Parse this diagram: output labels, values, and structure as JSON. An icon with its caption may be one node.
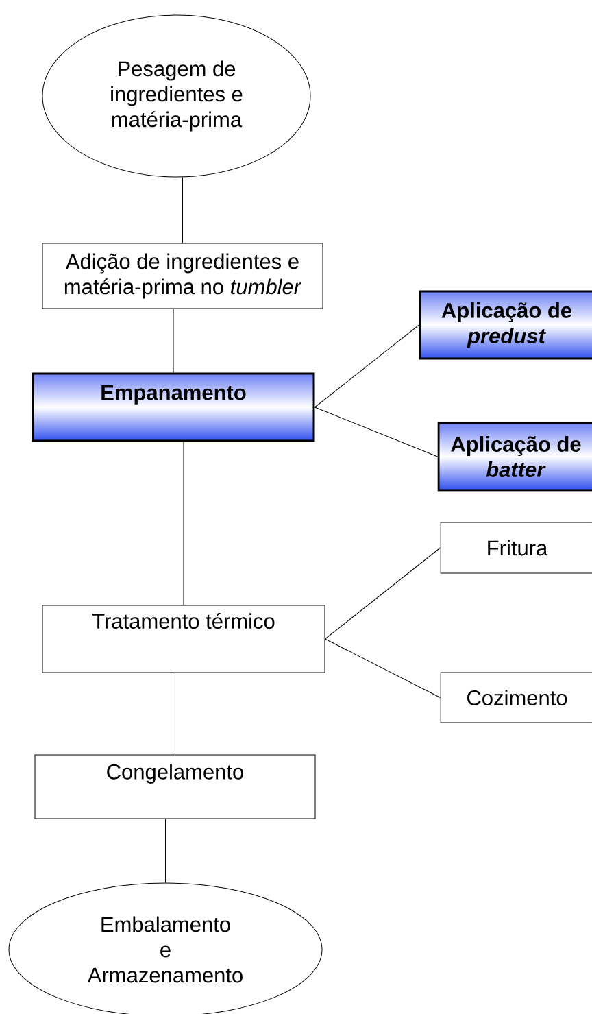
{
  "diagram": {
    "nodes": [
      {
        "text": [
          "Pesagem de ingredientes e matéria-prima"
        ]
      },
      {
        "text": [
          "Adição de ingredientes e matéria-prima no *tumbler*"
        ]
      },
      {
        "text": [
          "Empanamento"
        ]
      },
      {
        "text": [
          "Aplicação de *predust*"
        ]
      },
      {
        "text": [
          "Aplicação de *batter*"
        ]
      },
      {
        "text": [
          "Tratamento térmico"
        ]
      },
      {
        "text": [
          "Fritura"
        ]
      },
      {
        "text": [
          "Cozimento"
        ]
      },
      {
        "text": [
          "Congelamento"
        ]
      },
      {
        "text": [
          "Embalamento e Armazenamento"
        ]
      }
    ],
    "edges": [
      {
        "from": 0,
        "to": 1,
        "arrow": "none"
      },
      {
        "from": 1,
        "to": 2,
        "arrow": "none"
      },
      {
        "from": 2,
        "to": 3,
        "arrow": "none"
      },
      {
        "from": 2,
        "to": 4,
        "arrow": "none"
      },
      {
        "from": 2,
        "to": 5,
        "arrow": "none"
      },
      {
        "from": 5,
        "to": 6,
        "arrow": "none"
      },
      {
        "from": 5,
        "to": 7,
        "arrow": "none"
      },
      {
        "from": 5,
        "to": 8,
        "arrow": "none"
      },
      {
        "from": 8,
        "to": 9,
        "arrow": "none"
      }
    ]
  }
}
